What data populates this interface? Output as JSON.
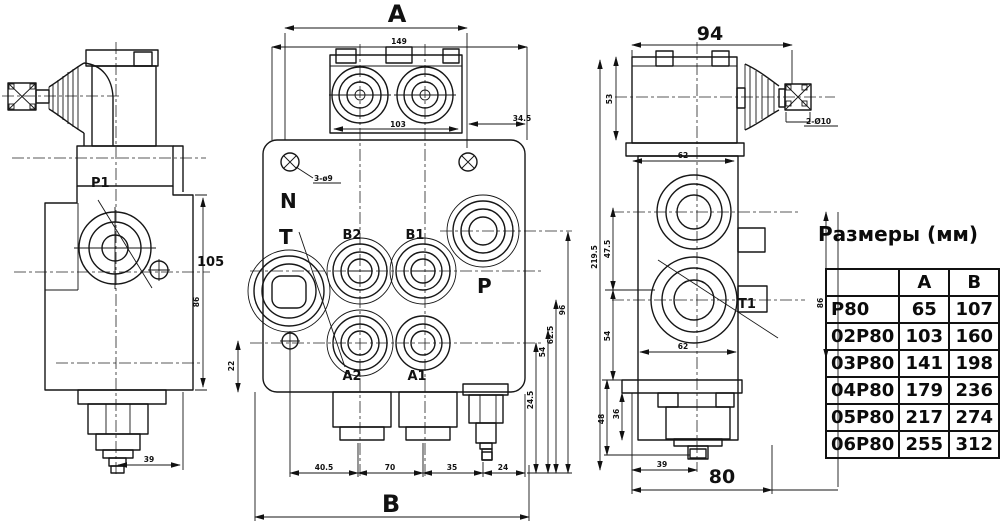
{
  "views": {
    "left": {
      "port_label": "P1",
      "dim_86": "86",
      "dim_39": "39",
      "dim_105": "105"
    },
    "front": {
      "dim_A": "A",
      "dim_149": "149",
      "dim_103": "103",
      "dim_34_5": "34.5",
      "hole_callout": "3-ø9",
      "label_N": "N",
      "label_T": "T",
      "label_B2": "B2",
      "label_B1": "B1",
      "label_P": "P",
      "label_A2": "A2",
      "label_A1": "A1",
      "dim_22": "22",
      "dim_40_5": "40.5",
      "dim_70": "70",
      "dim_35": "35",
      "dim_24": "24",
      "dim_24_5": "24.5",
      "dim_54": "54",
      "dim_62_5": "62.5",
      "dim_96": "96",
      "dim_B": "B"
    },
    "right": {
      "dim_94": "94",
      "dim_53": "53",
      "dim_62_top": "62",
      "handle_callout": "2-Ø10",
      "dim_219_5": "219.5",
      "dim_47_5": "47.5",
      "dim_54": "54",
      "dim_62_bot": "62",
      "dim_86": "86",
      "label_T1": "T1",
      "dim_48": "48",
      "dim_36": "36",
      "dim_39": "39",
      "dim_80": "80"
    }
  },
  "table": {
    "title": "Размеры (мм)",
    "headers": [
      "",
      "A",
      "B"
    ],
    "rows": [
      {
        "model": "P80",
        "a": "65",
        "b": "107"
      },
      {
        "model": "02P80",
        "a": "103",
        "b": "160"
      },
      {
        "model": "03P80",
        "a": "141",
        "b": "198"
      },
      {
        "model": "04P80",
        "a": "179",
        "b": "236"
      },
      {
        "model": "05P80",
        "a": "217",
        "b": "274"
      },
      {
        "model": "06P80",
        "a": "255",
        "b": "312"
      }
    ]
  }
}
